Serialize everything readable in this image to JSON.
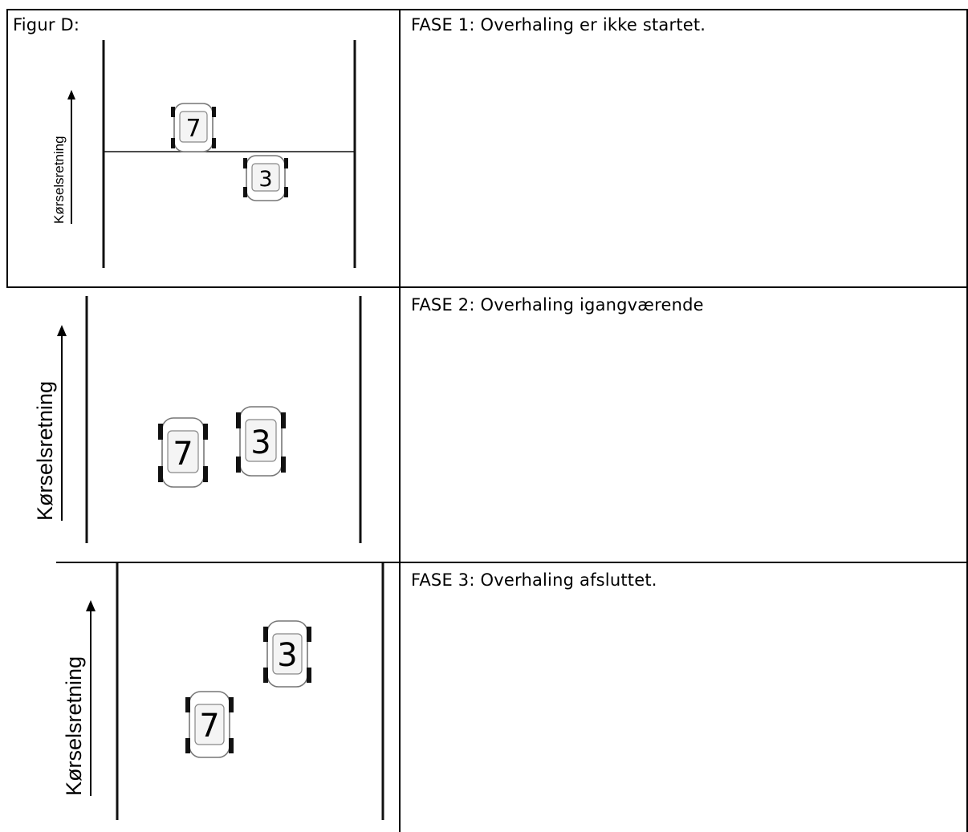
{
  "figure_label": "Figur D:",
  "direction_label": "Kørselsretning",
  "phases": [
    {
      "text": "FASE 1: Overhaling er ikke startet.",
      "cars": [
        "7",
        "3"
      ]
    },
    {
      "text": "FASE 2: Overhaling igangværende",
      "cars": [
        "7",
        "3"
      ]
    },
    {
      "text": "FASE 3: Overhaling afsluttet.",
      "cars": [
        "3",
        "7"
      ]
    }
  ]
}
